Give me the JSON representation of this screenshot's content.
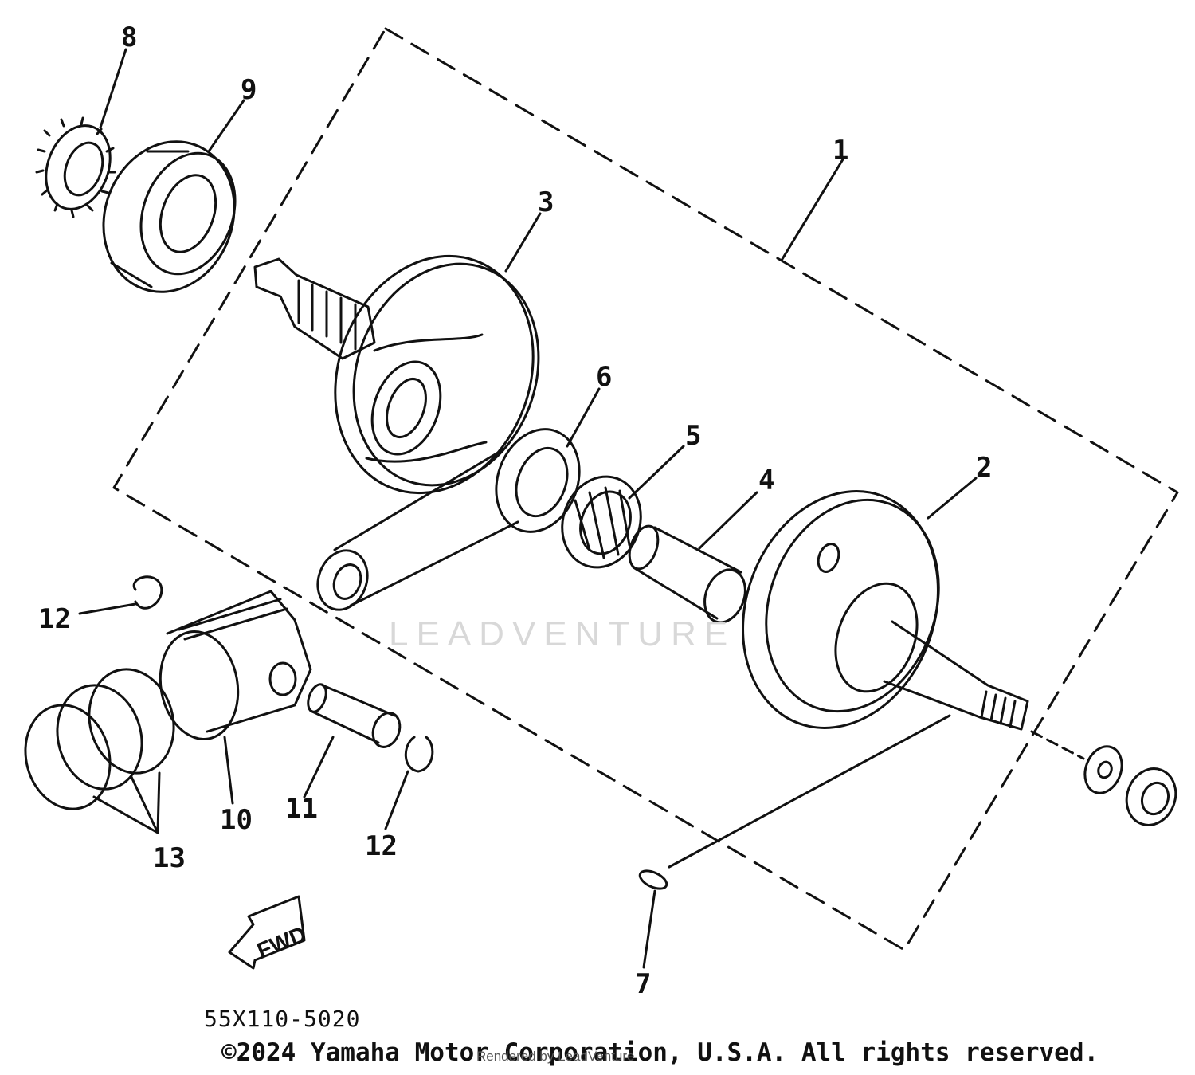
{
  "diagram": {
    "code": "55X110-5020",
    "copyright": "©2024 Yamaha Motor Corporation, U.S.A. All rights reserved.",
    "rendered_by": "Rendered by LeadVenture",
    "watermark": "LEADVENTURE",
    "fwd_label": "FWD",
    "callouts": [
      {
        "id": "1",
        "part": "crankshaft-assembly"
      },
      {
        "id": "2",
        "part": "crank-right"
      },
      {
        "id": "3",
        "part": "crank-left"
      },
      {
        "id": "4",
        "part": "crank-pin"
      },
      {
        "id": "5",
        "part": "needle-bearing"
      },
      {
        "id": "6",
        "part": "connecting-rod"
      },
      {
        "id": "7",
        "part": "woodruff-key"
      },
      {
        "id": "8",
        "part": "gear"
      },
      {
        "id": "9",
        "part": "bearing"
      },
      {
        "id": "10",
        "part": "piston"
      },
      {
        "id": "11",
        "part": "piston-pin"
      },
      {
        "id": "12",
        "part": "circlip"
      },
      {
        "id": "13",
        "part": "piston-ring-set"
      }
    ]
  }
}
